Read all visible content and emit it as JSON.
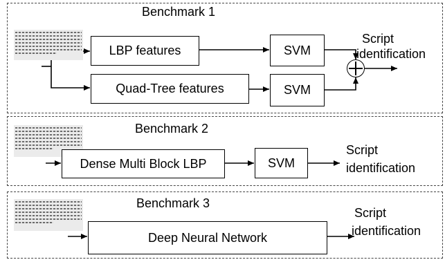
{
  "benchmark1": {
    "title": "Benchmark 1",
    "lbp_box": "LBP features",
    "quadtree_box": "Quad-Tree features",
    "svm_top": "SVM",
    "svm_bottom": "SVM",
    "output_line1": "Script",
    "output_line2": "identification"
  },
  "benchmark2": {
    "title": "Benchmark 2",
    "dense_box": "Dense Multi Block LBP",
    "svm": "SVM",
    "output_line1": "Script",
    "output_line2": "identification"
  },
  "benchmark3": {
    "title": "Benchmark 3",
    "dnn_box": "Deep Neural Network",
    "output_line1": "Script",
    "output_line2": "identification"
  },
  "icons": {
    "input_image": "script-text-image-icon",
    "sum_node": "circled-plus-icon"
  }
}
